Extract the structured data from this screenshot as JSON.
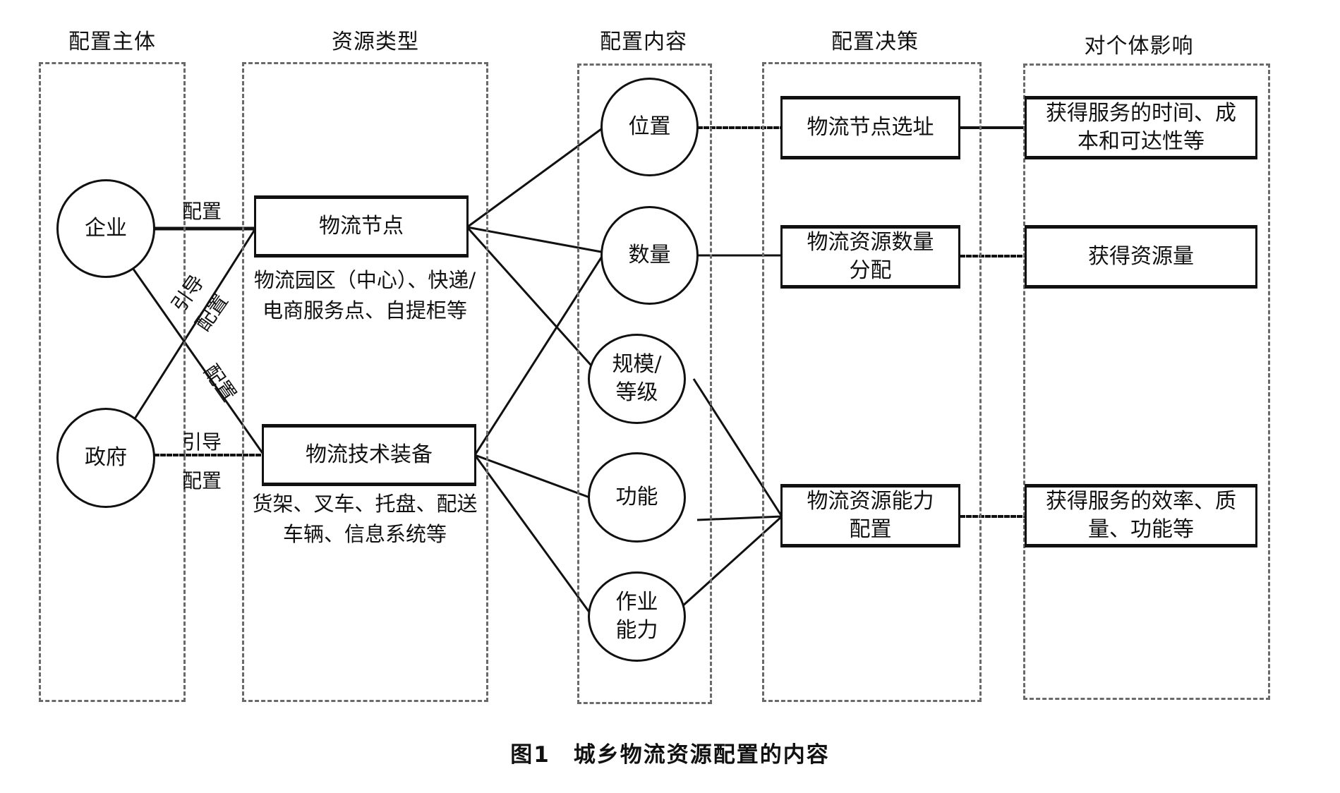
{
  "columns": [
    {
      "id": "subject",
      "header": "配置主体"
    },
    {
      "id": "resource_type",
      "header": "资源类型"
    },
    {
      "id": "content",
      "header": "配置内容"
    },
    {
      "id": "decision",
      "header": "配置决策"
    },
    {
      "id": "impact",
      "header": "对个体影响"
    }
  ],
  "subjects": [
    {
      "id": "enterprise",
      "label": "企业"
    },
    {
      "id": "government",
      "label": "政府"
    }
  ],
  "resource_types": [
    {
      "id": "nodes",
      "label": "物流节点",
      "examples": "物流园区（中心）、快递/\n电商服务点、自提柜等"
    },
    {
      "id": "equipment",
      "label": "物流技术装备",
      "examples": "货架、叉车、托盘、配送\n车辆、信息系统等"
    }
  ],
  "contents": [
    {
      "id": "location",
      "label": "位置"
    },
    {
      "id": "quantity",
      "label": "数量"
    },
    {
      "id": "scale",
      "label": "规模/\n等级"
    },
    {
      "id": "function",
      "label": "功能"
    },
    {
      "id": "capacity",
      "label": "作业\n能力"
    }
  ],
  "decisions": [
    {
      "id": "siting",
      "label": "物流节点选址"
    },
    {
      "id": "allocation",
      "label": "物流资源数量\n分配"
    },
    {
      "id": "capability",
      "label": "物流资源能力\n配置"
    }
  ],
  "impacts": [
    {
      "id": "time_cost",
      "label": "获得服务的时间、成\n本和可达性等"
    },
    {
      "id": "amount",
      "label": "获得资源量"
    },
    {
      "id": "efficiency",
      "label": "获得服务的效率、质\n量、功能等"
    }
  ],
  "edge_labels": {
    "enterprise_nodes": "配置",
    "gov_nodes_guide": "引导",
    "gov_nodes_config": "配置",
    "enterprise_equipment": "配置",
    "gov_equipment_guide": "引导",
    "gov_equipment_config": "配置"
  },
  "edges": [
    {
      "from": "enterprise",
      "to": "nodes",
      "style": "solid-thick"
    },
    {
      "from": "government",
      "to": "nodes",
      "style": "solid"
    },
    {
      "from": "enterprise",
      "to": "equipment",
      "style": "solid"
    },
    {
      "from": "government",
      "to": "equipment",
      "style": "dotted-thick"
    },
    {
      "from": "nodes",
      "to": "location",
      "style": "solid"
    },
    {
      "from": "nodes",
      "to": "quantity",
      "style": "solid"
    },
    {
      "from": "nodes",
      "to": "scale",
      "style": "solid"
    },
    {
      "from": "equipment",
      "to": "quantity",
      "style": "solid"
    },
    {
      "from": "equipment",
      "to": "function",
      "style": "solid"
    },
    {
      "from": "equipment",
      "to": "capacity",
      "style": "solid"
    },
    {
      "from": "location",
      "to": "siting",
      "style": "dotted-thick"
    },
    {
      "from": "quantity",
      "to": "allocation",
      "style": "solid"
    },
    {
      "from": "scale",
      "to": "capability",
      "style": "solid"
    },
    {
      "from": "function",
      "to": "capability",
      "style": "solid"
    },
    {
      "from": "capacity",
      "to": "capability",
      "style": "solid"
    },
    {
      "from": "siting",
      "to": "time_cost",
      "style": "solid-thick"
    },
    {
      "from": "allocation",
      "to": "amount",
      "style": "dotted-thick"
    },
    {
      "from": "capability",
      "to": "efficiency",
      "style": "dotted-thick"
    }
  ],
  "caption": "图1　城乡物流资源配置的内容"
}
